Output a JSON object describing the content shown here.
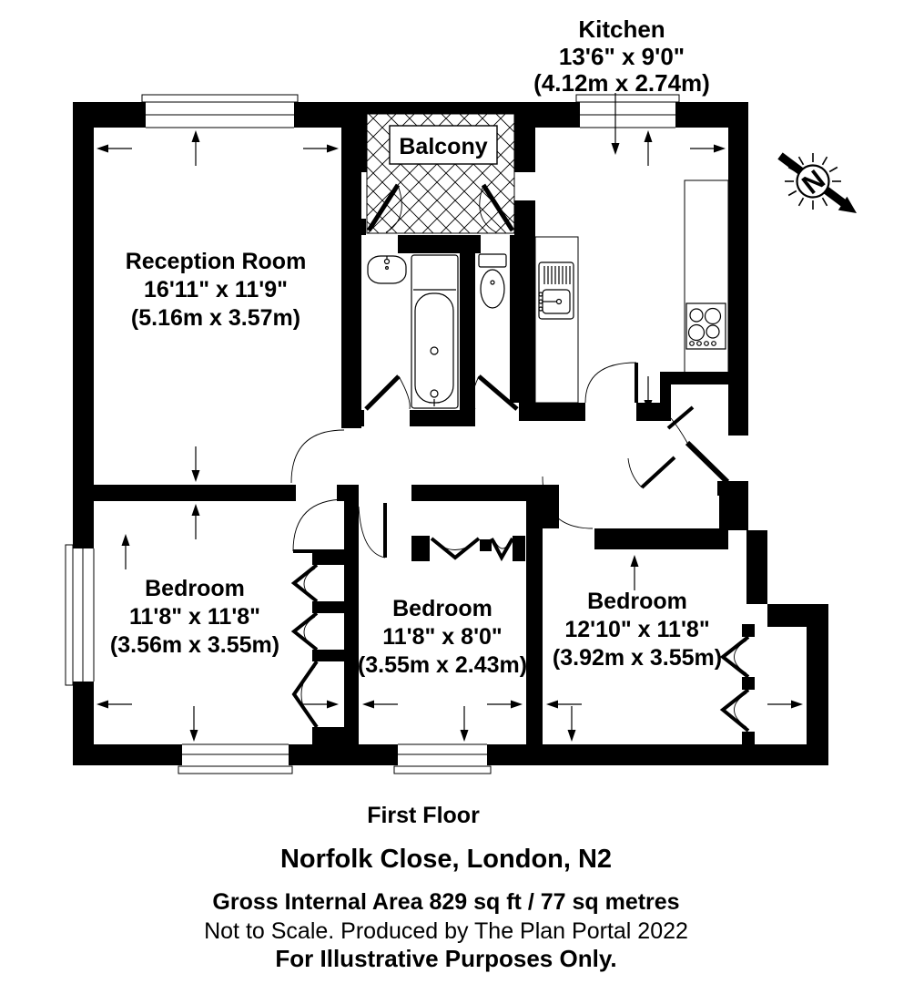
{
  "rooms": {
    "kitchen": {
      "name": "Kitchen",
      "imperial": "13'6\" x 9'0\"",
      "metric": "(4.12m x 2.74m)"
    },
    "reception": {
      "name": "Reception Room",
      "imperial": "16'11\" x 11'9\"",
      "metric": "(5.16m x 3.57m)"
    },
    "bedroom1": {
      "name": "Bedroom",
      "imperial": "11'8\" x 11'8\"",
      "metric": "(3.56m x 3.55m)"
    },
    "bedroom2": {
      "name": "Bedroom",
      "imperial": "11'8\" x 8'0\"",
      "metric": "(3.55m x 2.43m)"
    },
    "bedroom3": {
      "name": "Bedroom",
      "imperial": "12'10\" x 11'8\"",
      "metric": "(3.92m x 3.55m)"
    },
    "balcony": {
      "name": "Balcony"
    }
  },
  "compass": {
    "north_label": "N"
  },
  "footer": {
    "floor": "First Floor",
    "address": "Norfolk Close, London, N2",
    "area": "Gross Internal Area 829 sq ft / 77 sq metres",
    "produced": "Not to Scale. Produced by The Plan Portal 2022",
    "purpose": "For Illustrative Purposes Only."
  },
  "colors": {
    "wall": "#000000",
    "background": "#ffffff",
    "text": "#000000"
  }
}
